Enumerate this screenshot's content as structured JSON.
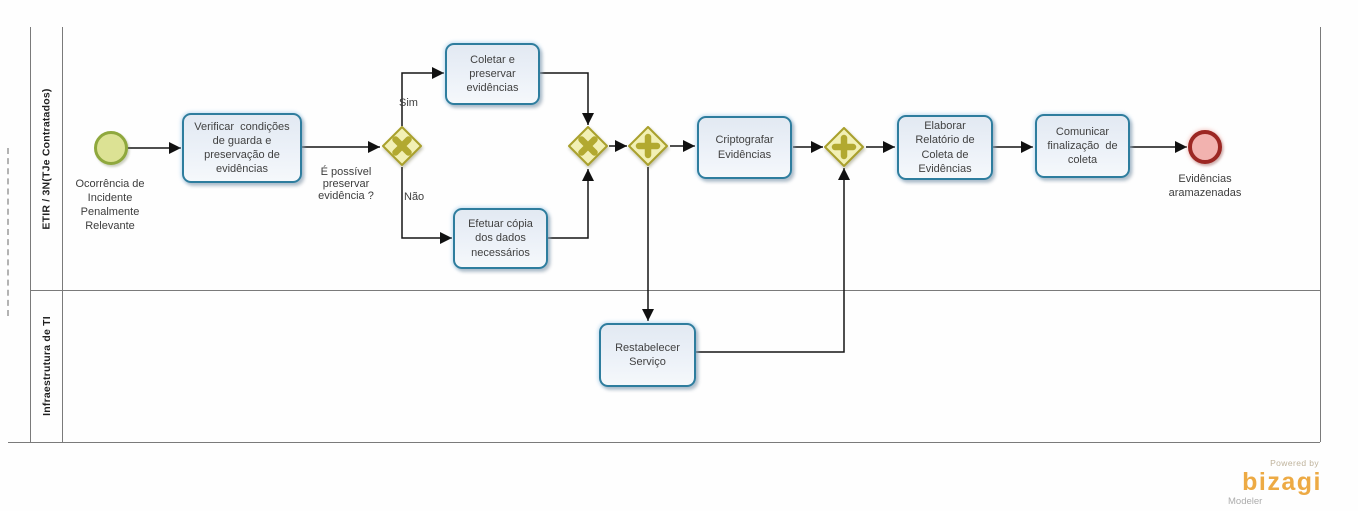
{
  "diagram": {
    "lanes": [
      {
        "label": "ETIR / 3N(TJe Contratados)"
      },
      {
        "label": "Infraestrutura de TI"
      }
    ],
    "start_event": {
      "label": "Ocorrência de\nIncidente\nPenalmente\nRelevante"
    },
    "end_event": {
      "label": "Evidências\naramazenadas"
    },
    "tasks": {
      "verificar": {
        "label": "Verificar  condições\nde guarda e\npreservação de\nevidências"
      },
      "coletar": {
        "label": "Coletar e\npreservar\nevidências"
      },
      "efetuar": {
        "label": "Efetuar cópia\ndos dados\nnecessários"
      },
      "criptografar": {
        "label": "Criptografar\nEvidências"
      },
      "elaborar": {
        "label": "Elaborar\nRelatório de\nColeta de\nEvidências"
      },
      "comunicar": {
        "label": "Comunicar\nfinalização  de\ncoleta"
      },
      "restabelecer": {
        "label": "Restabelecer\nServiço"
      }
    },
    "edge_labels": {
      "question": "É possível\npreservar\nevidência ?",
      "yes": "Sim",
      "no": "Não"
    }
  },
  "branding": {
    "powered_by": "Powered by",
    "brand": "bizagi",
    "product": "Modeler"
  },
  "colors": {
    "task_fill": "#ecf1f8",
    "task_border": "#2e7d9e",
    "gateway_fill": "#f2f0b5",
    "gateway_border": "#a9a02c",
    "gateway_symbol": "#b2a930",
    "start_fill": "#dce294",
    "start_border": "#8fa83d",
    "end_fill": "#f2b2af",
    "end_border": "#9c2723",
    "brand_orange": "#edaa44"
  }
}
